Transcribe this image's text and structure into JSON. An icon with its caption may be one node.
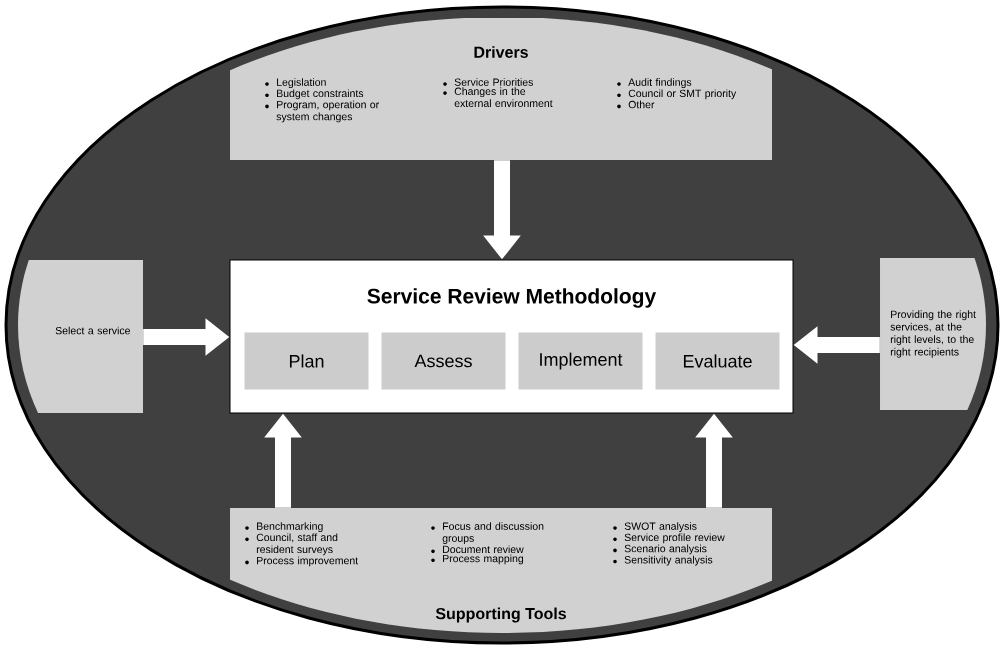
{
  "diagram": {
    "nodes": [
      {
        "text": [
          "Drivers",
          "Legislation",
          "Budget constraints",
          "Program, operation or system changes",
          "Service Priorities",
          "Changes in the external environment",
          "Audit findings",
          "Council or SMT priority",
          "Other"
        ]
      },
      {
        "text": [
          "Service Review Methodology"
        ]
      },
      {
        "text": [
          "Plan"
        ],
        "in": 1
      },
      {
        "text": [
          "Assess"
        ],
        "in": 1
      },
      {
        "text": [
          "Implement"
        ],
        "in": 1
      },
      {
        "text": [
          "Evaluate"
        ],
        "in": 1
      },
      {
        "text": [
          "Select a service"
        ]
      },
      {
        "text": [
          "Providing the right services, at the right levels, to the right recipients"
        ]
      },
      {
        "text": [
          "Benchmarking",
          "Council, staff and resident surveys",
          "Process improvement",
          "Focus and discussion groups",
          "Document review",
          "Process mapping",
          "SWOT analysis",
          "Service profile review",
          "Scenario analysis",
          "Sensitivity analysis",
          "Supporting Tools"
        ]
      }
    ],
    "edges": [
      {
        "from": 0,
        "to": 1,
        "arrow": "to"
      },
      {
        "from": 6,
        "to": 1,
        "arrow": "to"
      },
      {
        "from": 7,
        "to": 1,
        "arrow": "to"
      },
      {
        "from": 8,
        "to": 1,
        "arrow": "to"
      },
      {
        "from": 8,
        "to": 1,
        "arrow": "to"
      }
    ]
  }
}
